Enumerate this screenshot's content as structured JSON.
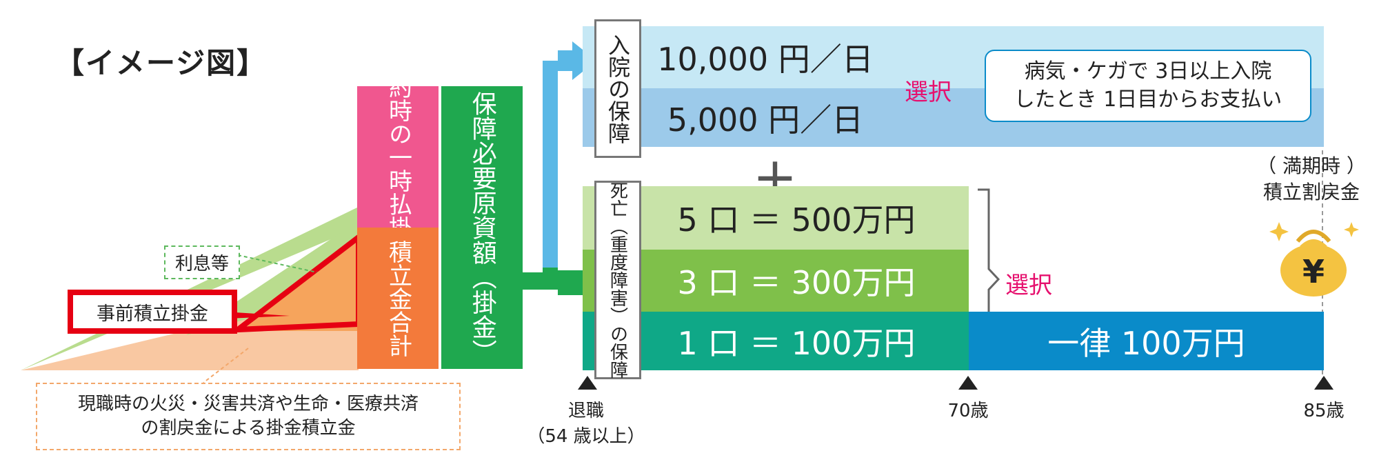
{
  "title": "【イメージ図】",
  "left": {
    "contract_col": "ご契約時の一時払掛金額",
    "accum_col": "積立金合計",
    "required_col": "保障必要原資額（掛金）",
    "interest_label": "利息等",
    "pre_accum_label": "事前積立掛金",
    "note_line1": "現職時の火災・災害共済や生命・医療共済",
    "note_line2": "の割戻金による掛金積立金"
  },
  "hospital": {
    "label": "入院の保障",
    "option1": "10,000 円／日",
    "option2": "5,000 円／日",
    "select": "選択",
    "note_line1": "病気・ケガで 3日以上入院",
    "note_line2": "したとき 1日目からお支払い"
  },
  "plus": "＋",
  "death": {
    "label": "死亡（重度障害）の保障",
    "option5": "5 口 ＝ 500万円",
    "option3": "3 口 ＝ 300万円",
    "option1": "1 口 ＝ 100万円",
    "flat": "一律 100万円",
    "select": "選択"
  },
  "maturity": {
    "line1": "（ 満期時 ）",
    "line2": "積立割戻金",
    "yen": "¥"
  },
  "timeline": {
    "retire_line1": "退職",
    "retire_line2": "（54 歳以上）",
    "age70": "70歳",
    "age85": "85歳"
  },
  "colors": {
    "pink": "#f0578f",
    "orange": "#f37a3b",
    "green": "#1fa84f",
    "light_blue": "#c6e8f5",
    "mid_blue": "#9ccaea",
    "light_green": "#c8e3a8",
    "mid_green": "#7fc04a",
    "teal": "#0fa887",
    "blue": "#0a8bc9",
    "red": "#e60012"
  }
}
